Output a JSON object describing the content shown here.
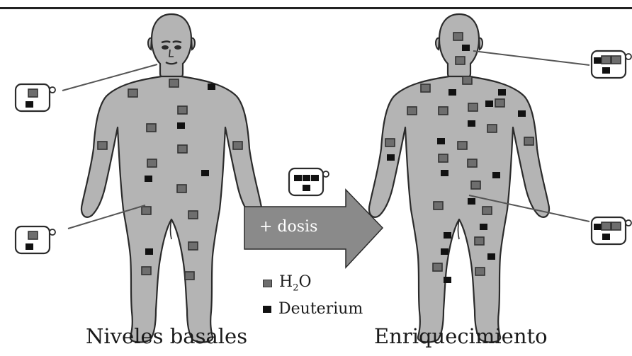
{
  "diagram": {
    "arrow_label": "+ dosis",
    "legend": {
      "water_base": "H",
      "water_sub": "2",
      "water_tail": "O",
      "deuterium": "Deuterium"
    },
    "captions": {
      "left": "Niveles basales",
      "right": "Enriquecimiento"
    },
    "colors": {
      "body_fill": "#b4b4b4",
      "outline": "#2b2b2b",
      "water_marker": "#6e6e6e",
      "deuterium_marker": "#111111",
      "arrow_fill": "#8a8a8a",
      "top_rule": "#222222"
    }
  }
}
